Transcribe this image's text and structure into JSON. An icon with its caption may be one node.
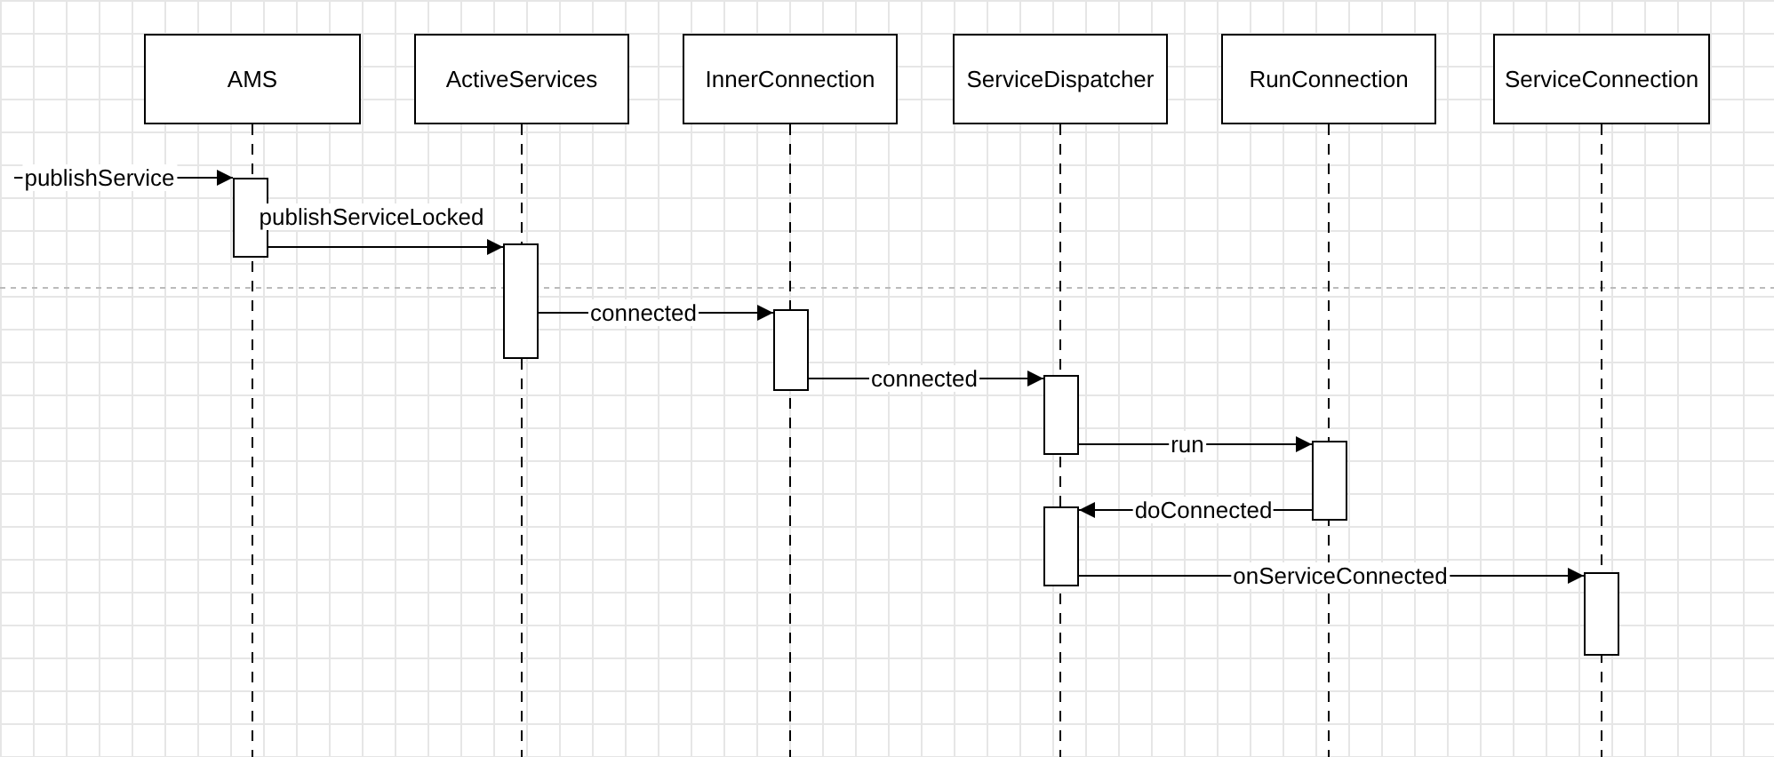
{
  "diagram": {
    "nodes": [
      {
        "text": [
          "AMS"
        ]
      },
      {
        "text": [
          "ActiveServices"
        ]
      },
      {
        "text": [
          "InnerConnection"
        ]
      },
      {
        "text": [
          "ServiceDispatcher"
        ]
      },
      {
        "text": [
          "RunConnection"
        ]
      },
      {
        "text": [
          "ServiceConnection"
        ]
      },
      {
        "text": [],
        "shape": "bar"
      },
      {
        "text": [],
        "shape": "bar"
      },
      {
        "text": [],
        "shape": "bar"
      },
      {
        "text": [],
        "shape": "bar"
      },
      {
        "text": [],
        "shape": "bar"
      },
      {
        "text": [],
        "shape": "bar"
      },
      {
        "text": [],
        "shape": "bar"
      }
    ],
    "edges": [
      {
        "from": 0,
        "to": null,
        "arrow": "none",
        "style": "dashed"
      },
      {
        "from": 1,
        "to": null,
        "arrow": "none",
        "style": "dashed"
      },
      {
        "from": 2,
        "to": null,
        "arrow": "none",
        "style": "dashed"
      },
      {
        "from": 3,
        "to": null,
        "arrow": "none",
        "style": "dashed"
      },
      {
        "from": 4,
        "to": null,
        "arrow": "none",
        "style": "dashed"
      },
      {
        "from": 5,
        "to": null,
        "arrow": "none",
        "style": "dashed"
      },
      {
        "from": null,
        "to": 6,
        "arrow": "to",
        "label": "publishService"
      },
      {
        "from": 6,
        "to": 7,
        "arrow": "to",
        "label": "publishServiceLocked"
      },
      {
        "from": 7,
        "to": 8,
        "arrow": "to",
        "label": "connected"
      },
      {
        "from": 8,
        "to": 9,
        "arrow": "to",
        "label": "connected"
      },
      {
        "from": 9,
        "to": 10,
        "arrow": "to",
        "label": "run"
      },
      {
        "from": 10,
        "to": 11,
        "arrow": "to",
        "label": "doConnected"
      },
      {
        "from": 11,
        "to": 12,
        "arrow": "to",
        "label": "onServiceConnected"
      }
    ]
  }
}
